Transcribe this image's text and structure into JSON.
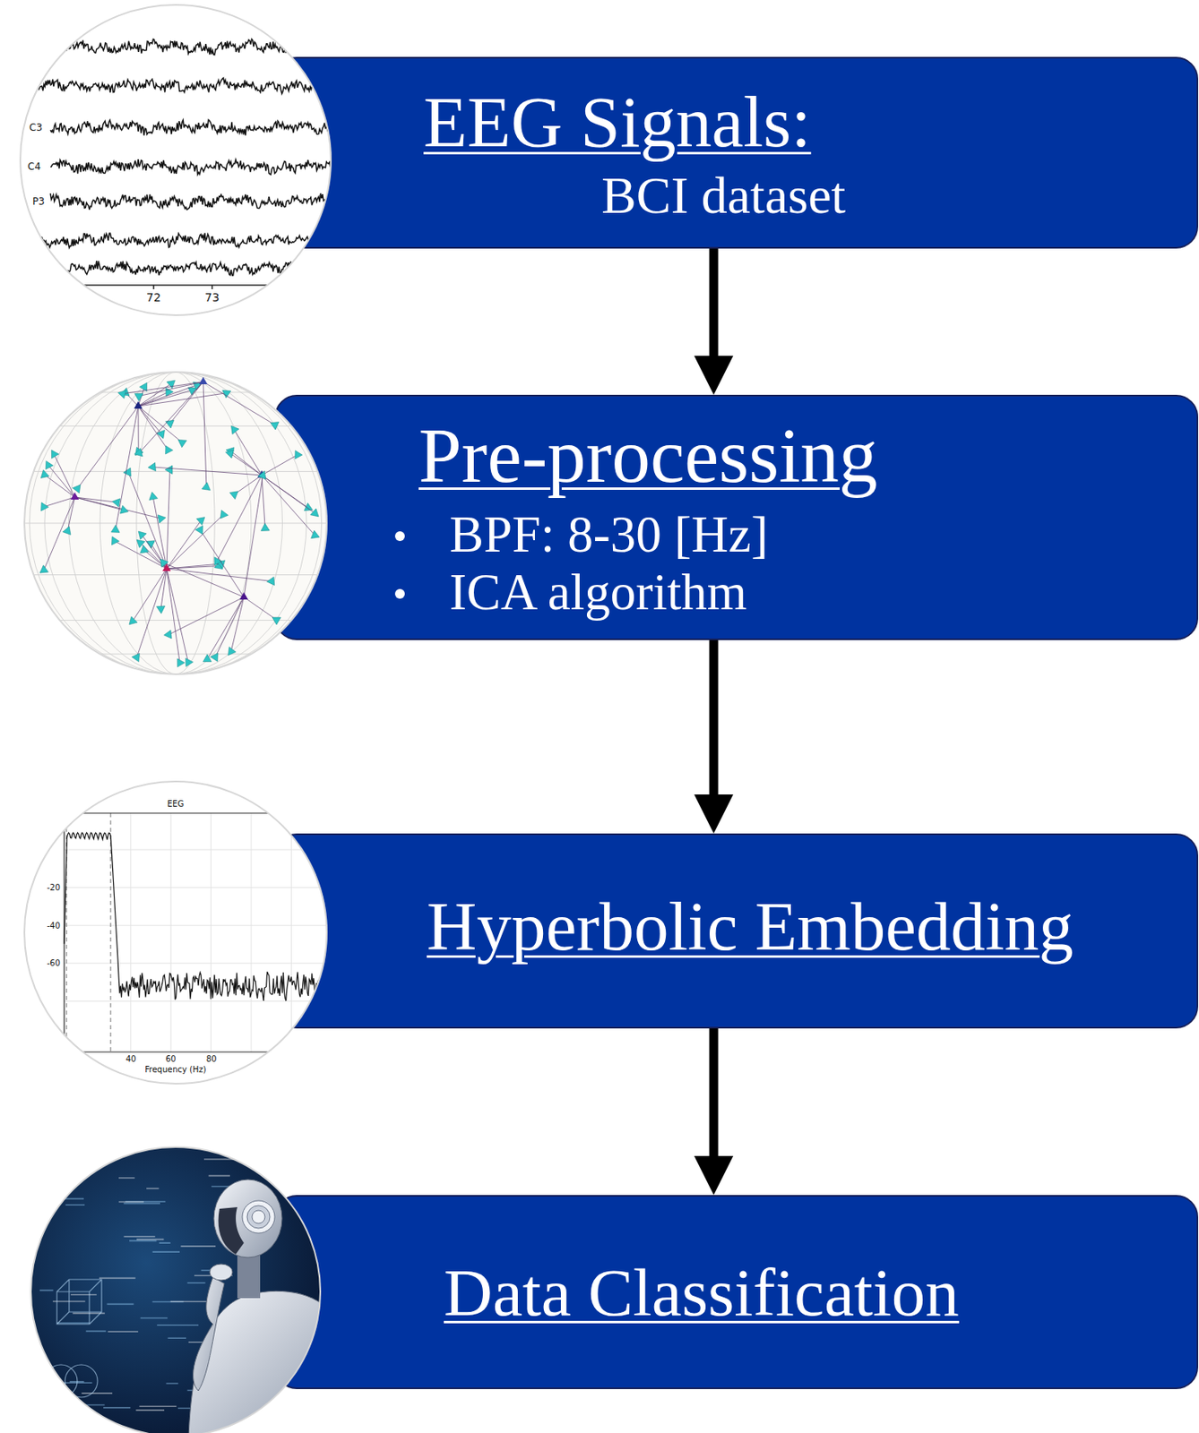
{
  "diagram": {
    "nodes": [
      {
        "text": [
          "EEG Signals:",
          "BCI dataset"
        ]
      },
      {
        "text": [
          "Pre-processing",
          "BPF: 8-30 [Hz]",
          "ICA algorithm"
        ]
      },
      {
        "text": [
          "Hyperbolic Embedding"
        ]
      },
      {
        "text": [
          "Data Classification"
        ]
      }
    ],
    "edges": [
      {
        "from": 0,
        "to": 1,
        "arrow": "to"
      },
      {
        "from": 1,
        "to": 2,
        "arrow": "to"
      },
      {
        "from": 2,
        "to": 3,
        "arrow": "to"
      }
    ],
    "labels": [
      "C3",
      "C4",
      "P3",
      "72",
      "73",
      "EEG",
      "-20",
      "-40",
      "-60",
      "40",
      "60",
      "80",
      "Frequency (Hz)"
    ]
  }
}
